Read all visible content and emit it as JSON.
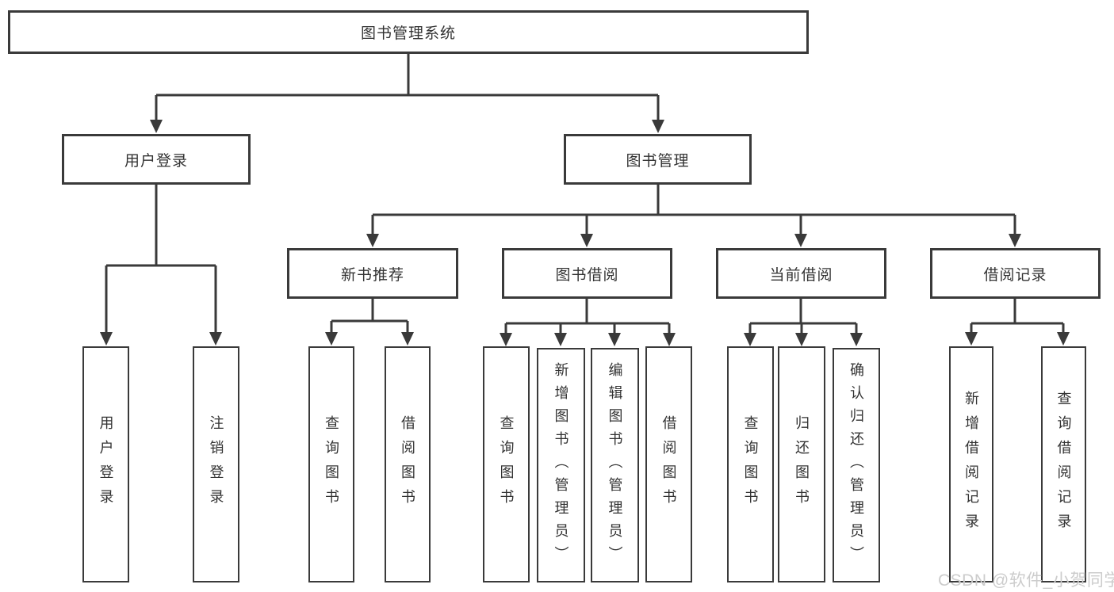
{
  "palette": {
    "line_color": "#3a3a3a",
    "text_color": "#333333",
    "box_background": "#ffffff",
    "watermark_color": "#cccccc"
  },
  "watermark": {
    "text": "CSDN @软件_小贺同学"
  },
  "diagram": {
    "root": {
      "label": "图书管理系统"
    },
    "level2": [
      {
        "label": "用户登录"
      },
      {
        "label": "图书管理"
      }
    ],
    "login_children": [
      {
        "label": "用户登录"
      },
      {
        "label": "注销登录"
      }
    ],
    "management_children": [
      {
        "label": "新书推荐",
        "children": [
          {
            "label": "查询图书"
          },
          {
            "label": "借阅图书"
          }
        ]
      },
      {
        "label": "图书借阅",
        "children": [
          {
            "label": "查询图书"
          },
          {
            "label": "新增图书（管理员）"
          },
          {
            "label": "编辑图书（管理员）"
          },
          {
            "label": "借阅图书"
          }
        ]
      },
      {
        "label": "当前借阅",
        "children": [
          {
            "label": "查询图书"
          },
          {
            "label": "归还图书"
          },
          {
            "label": "确认归还（管理员）"
          }
        ]
      },
      {
        "label": "借阅记录",
        "children": [
          {
            "label": "新增借阅记录"
          },
          {
            "label": "查询借阅记录"
          }
        ]
      }
    ]
  }
}
